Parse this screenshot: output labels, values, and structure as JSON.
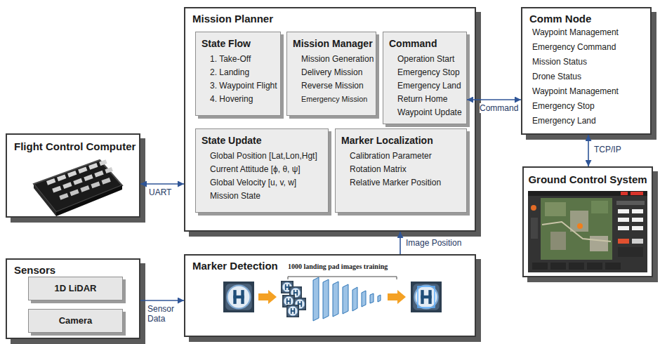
{
  "diagram": {
    "nodes": [
      {
        "text": [
          "Mission Planner"
        ]
      },
      {
        "text": [
          "State Flow",
          "1. Take-Off",
          "2. Landing",
          "3. Waypoint Flight",
          "4. Hovering"
        ],
        "in": 0
      },
      {
        "text": [
          "Mission Manager",
          "Mission Generation",
          "Delivery Mission",
          "Reverse Mission",
          "Emergency Mission"
        ],
        "in": 0
      },
      {
        "text": [
          "Command",
          "Operation Start",
          "Emergency Stop",
          "Emergency Land",
          "Return Home",
          "Waypoint Update"
        ],
        "in": 0
      },
      {
        "text": [
          "State Update",
          "Global Position [Lat,Lon,Hgt]",
          "Current Attitude [ϕ, θ, ψ]",
          "Global Velocity [u, v, w]",
          "Mission State"
        ],
        "in": 0
      },
      {
        "text": [
          "Marker Localization",
          "Calibration Parameter",
          "Rotation Matrix",
          "Relative Marker Position"
        ],
        "in": 0
      },
      {
        "text": [
          "Comm Node",
          "Waypoint Management",
          "Emergency Command",
          "Mission Status",
          "Drone Status",
          "Waypoint Management",
          "Emergency Stop",
          "Emergency Land"
        ]
      },
      {
        "text": [
          "Flight Control Computer"
        ]
      },
      {
        "text": [
          "Ground Control System"
        ]
      },
      {
        "text": [
          "Sensors"
        ]
      },
      {
        "text": [
          "1D LiDAR"
        ],
        "in": 9
      },
      {
        "text": [
          "Camera"
        ],
        "in": 9
      },
      {
        "text": [
          "Marker Detection",
          "1000 landing pad images training"
        ]
      }
    ],
    "edges": [
      {
        "from": 3,
        "to": 6,
        "label": "Command",
        "arrow": "both"
      },
      {
        "from": 6,
        "to": 8,
        "label": "TCP/IP",
        "arrow": "both"
      },
      {
        "from": 7,
        "to": 0,
        "label": "UART",
        "arrow": "both"
      },
      {
        "from": 9,
        "to": 12,
        "label": "Sensor Data",
        "arrow": "to"
      },
      {
        "from": 12,
        "to": 0,
        "label": "Image Position",
        "arrow": "to"
      }
    ]
  }
}
